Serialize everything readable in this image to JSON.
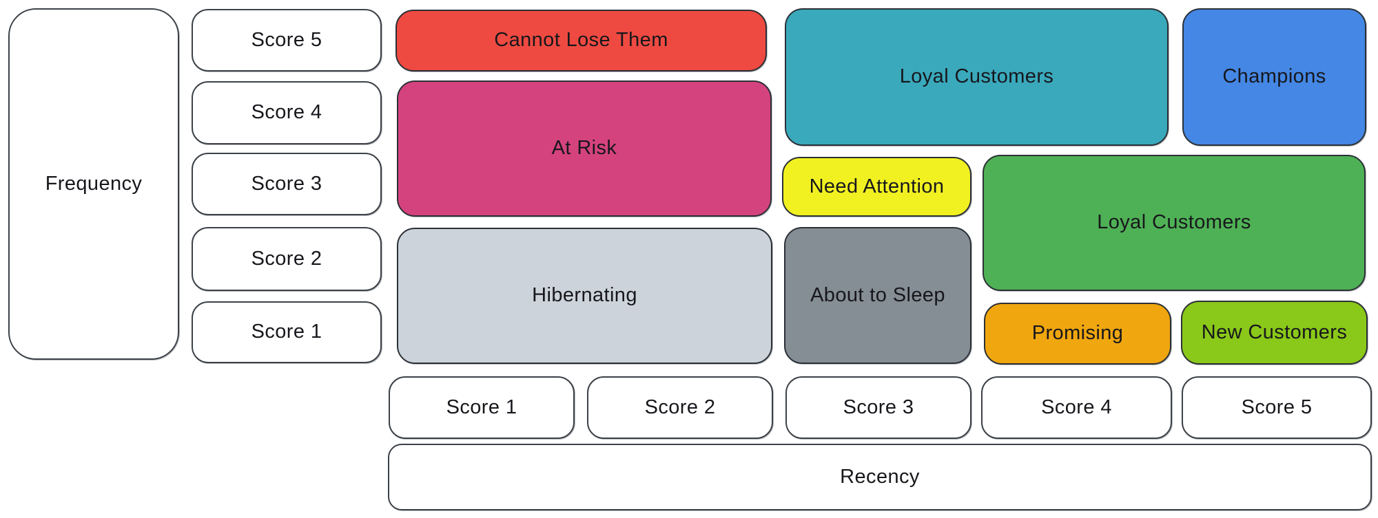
{
  "axes": {
    "frequency": {
      "label": "Frequency",
      "scores": [
        "Score 5",
        "Score 4",
        "Score 3",
        "Score 2",
        "Score 1"
      ]
    },
    "recency": {
      "label": "Recency",
      "scores": [
        "Score 1",
        "Score 2",
        "Score 3",
        "Score 4",
        "Score 5"
      ]
    }
  },
  "segments": [
    {
      "label": "Cannot Lose Them",
      "color": "#ee4a41",
      "recency_scores": "1-2",
      "frequency_scores": "5"
    },
    {
      "label": "At Risk",
      "color": "#d5437e",
      "recency_scores": "1-2",
      "frequency_scores": "3-4"
    },
    {
      "label": "Hibernating",
      "color": "#ccd3db",
      "recency_scores": "1-2",
      "frequency_scores": "1-2"
    },
    {
      "label": "Loyal Customers",
      "color": "#3aa9bc",
      "recency_scores": "3-4",
      "frequency_scores": "4-5"
    },
    {
      "label": "Champions",
      "color": "#4487e4",
      "recency_scores": "5",
      "frequency_scores": "4-5"
    },
    {
      "label": "Need Attention",
      "color": "#f1f122",
      "recency_scores": "3",
      "frequency_scores": "3"
    },
    {
      "label": "Loyal Customers",
      "color": "#4fb155",
      "recency_scores": "4-5",
      "frequency_scores": "2-3"
    },
    {
      "label": "About to Sleep",
      "color": "#858d95",
      "recency_scores": "3",
      "frequency_scores": "1-2"
    },
    {
      "label": "Promising",
      "color": "#f0a60e",
      "recency_scores": "4",
      "frequency_scores": "1"
    },
    {
      "label": "New Customers",
      "color": "#8ac819",
      "recency_scores": "5",
      "frequency_scores": "1"
    }
  ]
}
